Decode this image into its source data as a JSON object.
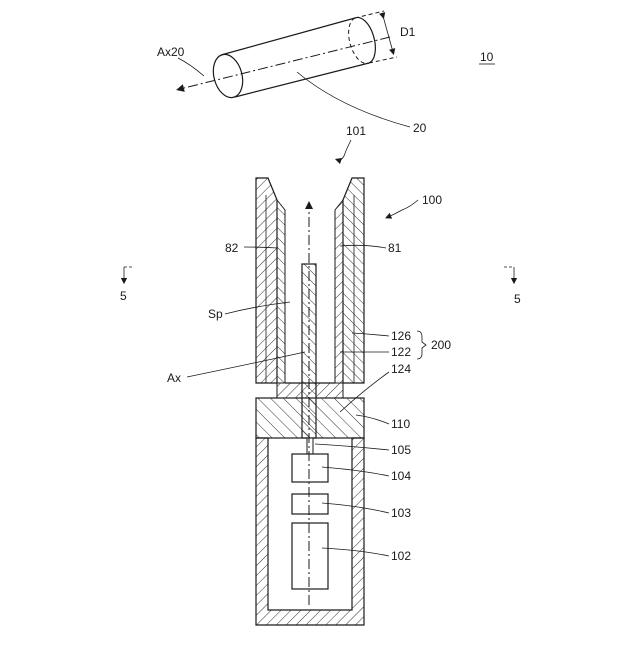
{
  "figure_number": "10",
  "labels": {
    "ax20": "Ax20",
    "d1": "D1",
    "ref_20": "20",
    "ref_101": "101",
    "ref_100": "100",
    "ref_82": "82",
    "ref_81": "81",
    "section_left_number": "5",
    "section_right_number": "5",
    "sp": "Sp",
    "ref_126": "126",
    "ref_122": "122",
    "ref_200": "200",
    "ax": "Ax",
    "ref_124": "124",
    "ref_110": "110",
    "ref_105": "105",
    "ref_104": "104",
    "ref_103": "103",
    "ref_102": "102"
  }
}
